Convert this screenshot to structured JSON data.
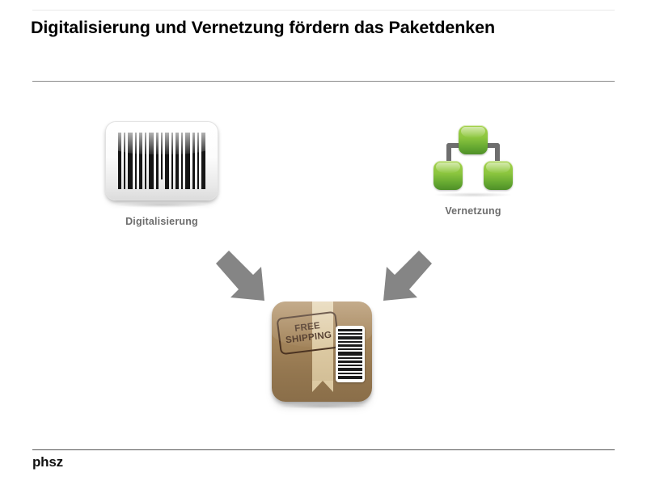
{
  "slide": {
    "title": "Digitalisierung und Vernetzung fördern das Paketdenken",
    "background_color": "#ffffff",
    "title_color": "#000000",
    "rule_color": "#8a8a8a"
  },
  "concepts": [
    {
      "id": "digitalisierung",
      "label": "Digitalisierung",
      "icon": "barcode-icon",
      "label_color": "#6d6d6d"
    },
    {
      "id": "vernetzung",
      "label": "Vernetzung",
      "icon": "network-hierarchy-icon",
      "label_color": "#6d6d6d",
      "node_color": "#8cc63f",
      "connector_color": "#6e6e6e"
    }
  ],
  "arrows": [
    {
      "id": "arrow-left",
      "direction": "down-right",
      "color": "#858585"
    },
    {
      "id": "arrow-right",
      "direction": "down-left",
      "color": "#858585"
    }
  ],
  "package": {
    "icon": "package-box-icon",
    "stamp_line1": "FREE",
    "stamp_line2": "SHIPPING",
    "box_color": "#a3845a",
    "tape_color": "#ddcaa3",
    "stamp_color": "#4b3322",
    "barcode_label": "barcode-label"
  },
  "footer": {
    "logo": "phsz",
    "rule_color": "#555555"
  }
}
